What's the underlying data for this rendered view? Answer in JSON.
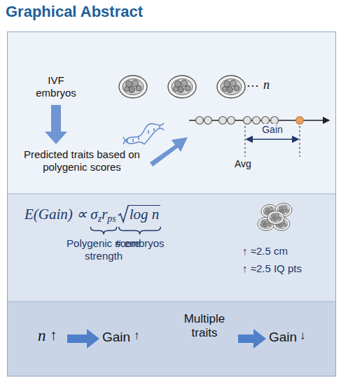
{
  "diagram": {
    "title": "Graphical Abstract",
    "nodes": [
      {
        "text": [
          "IVF embryos",
          "⋯",
          "n",
          "Predicted traits based on polygenic scores",
          "Gain",
          "Avg"
        ]
      },
      {
        "text": [
          "E(Gain) ∝ σ",
          "z",
          "r",
          "ps",
          "log n",
          "Polygenic score strength",
          "# embryos",
          "↑ ≈2.5 cm",
          "↑ ≈2.5 IQ pts"
        ]
      },
      {
        "text": [
          "n",
          "↑",
          "Gain",
          "↑",
          "Multiple traits",
          "Gain",
          "↓"
        ]
      }
    ]
  }
}
